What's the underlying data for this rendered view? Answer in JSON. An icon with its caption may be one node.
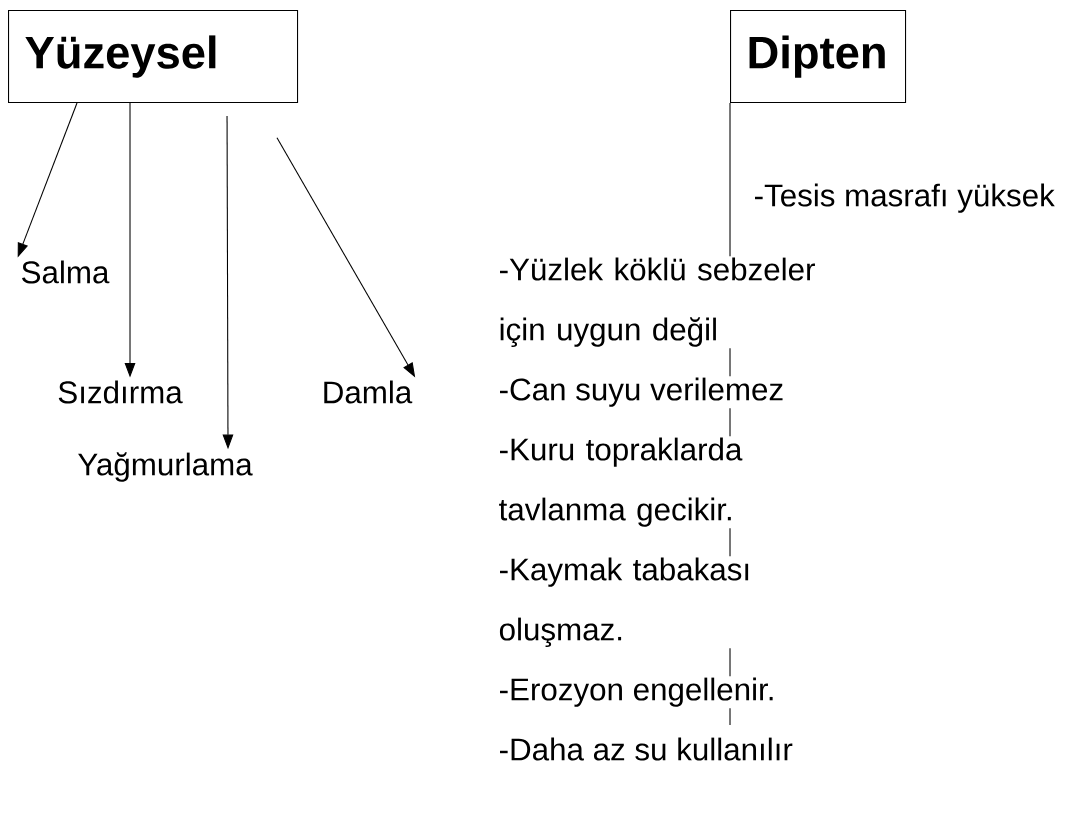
{
  "diagram": {
    "nodes": [
      {
        "text": [
          "Yüzeysel"
        ]
      },
      {
        "text": [
          "Dipten"
        ]
      },
      {
        "text": [
          "Salma"
        ]
      },
      {
        "text": [
          "Sızdırma"
        ]
      },
      {
        "text": [
          "Damla"
        ]
      },
      {
        "text": [
          "Yağmurlama"
        ]
      }
    ],
    "edges": [
      {
        "from": 0,
        "to": 2,
        "arrow": "to"
      },
      {
        "from": 0,
        "to": 3,
        "arrow": "to"
      },
      {
        "from": 0,
        "to": 5,
        "arrow": "to"
      },
      {
        "from": 0,
        "to": 4,
        "arrow": "to"
      },
      {
        "from": 1,
        "to": null,
        "arrow": "none"
      }
    ],
    "labels": [
      "-Tesis masrafı yüksek",
      "-Yüzlek köklü sebzeler için uygun değil",
      "-Can suyu verilemez",
      "-Kuru topraklarda tavlanma gecikir.",
      "-Kaymak tabakası oluşmaz.",
      "-Erozyon engellenir.",
      "-Daha az su kullanılır"
    ]
  }
}
